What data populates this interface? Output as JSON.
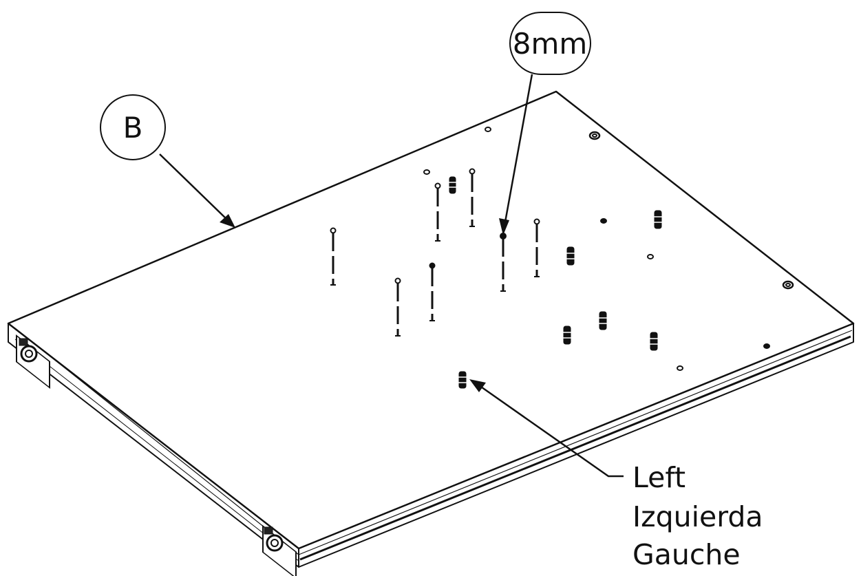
{
  "diagram": {
    "part_callout": "B",
    "screw_size_callout": "8mm",
    "side_label": {
      "line1": "Left",
      "line2": "Izquierda",
      "line3": "Gauche"
    }
  },
  "colors": {
    "ink": "#111111",
    "paper": "#ffffff"
  }
}
